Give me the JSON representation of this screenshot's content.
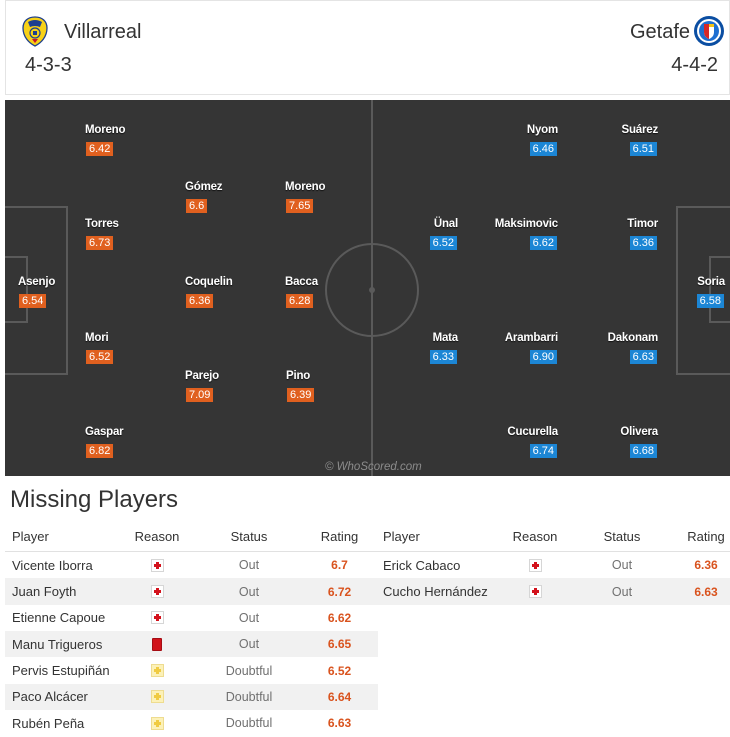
{
  "header": {
    "home": {
      "name": "Villarreal",
      "formation": "4-3-3",
      "crest_icon": "villarreal-crest-icon"
    },
    "away": {
      "name": "Getafe",
      "formation": "4-4-2",
      "crest_icon": "getafe-crest-icon"
    }
  },
  "pitch": {
    "watermark": "© WhoScored.com",
    "home_players": [
      {
        "name": "Moreno",
        "rating": "6.42"
      },
      {
        "name": "Gómez",
        "rating": "6.6"
      },
      {
        "name": "Moreno",
        "rating": "7.65"
      },
      {
        "name": "Torres",
        "rating": "6.73"
      },
      {
        "name": "Asenjo",
        "rating": "6.54"
      },
      {
        "name": "Coquelin",
        "rating": "6.36"
      },
      {
        "name": "Bacca",
        "rating": "6.28"
      },
      {
        "name": "Mori",
        "rating": "6.52"
      },
      {
        "name": "Parejo",
        "rating": "7.09"
      },
      {
        "name": "Pino",
        "rating": "6.39"
      },
      {
        "name": "Gaspar",
        "rating": "6.82"
      }
    ],
    "away_players": [
      {
        "name": "Nyom",
        "rating": "6.46"
      },
      {
        "name": "Suárez",
        "rating": "6.51"
      },
      {
        "name": "Ünal",
        "rating": "6.52"
      },
      {
        "name": "Maksimovic",
        "rating": "6.62"
      },
      {
        "name": "Timor",
        "rating": "6.36"
      },
      {
        "name": "Soria",
        "rating": "6.58"
      },
      {
        "name": "Mata",
        "rating": "6.33"
      },
      {
        "name": "Arambarri",
        "rating": "6.90"
      },
      {
        "name": "Dakonam",
        "rating": "6.63"
      },
      {
        "name": "Cucurella",
        "rating": "6.74"
      },
      {
        "name": "Olivera",
        "rating": "6.68"
      }
    ]
  },
  "missing_players": {
    "title": "Missing Players",
    "columns": {
      "player": "Player",
      "reason": "Reason",
      "status": "Status",
      "rating": "Rating"
    },
    "home": [
      {
        "player": "Vicente Iborra",
        "reason_icon": "injury-icon",
        "status": "Out",
        "rating": "6.7"
      },
      {
        "player": "Juan Foyth",
        "reason_icon": "injury-icon",
        "status": "Out",
        "rating": "6.72"
      },
      {
        "player": "Etienne Capoue",
        "reason_icon": "injury-icon",
        "status": "Out",
        "rating": "6.62"
      },
      {
        "player": "Manu Trigueros",
        "reason_icon": "red-card-icon",
        "status": "Out",
        "rating": "6.65"
      },
      {
        "player": "Pervis Estupiñán",
        "reason_icon": "doubtful-icon",
        "status": "Doubtful",
        "rating": "6.52"
      },
      {
        "player": "Paco Alcácer",
        "reason_icon": "doubtful-icon",
        "status": "Doubtful",
        "rating": "6.64"
      },
      {
        "player": "Rubén Peña",
        "reason_icon": "doubtful-icon",
        "status": "Doubtful",
        "rating": "6.63"
      }
    ],
    "away": [
      {
        "player": "Erick Cabaco",
        "reason_icon": "injury-icon",
        "status": "Out",
        "rating": "6.36"
      },
      {
        "player": "Cucho Hernández",
        "reason_icon": "injury-icon",
        "status": "Out",
        "rating": "6.63"
      }
    ]
  },
  "colors": {
    "pitch": "#353535",
    "pitch_lines": "#5a5a5a",
    "home_rating": "#e0601f",
    "away_rating": "#1c86d5",
    "table_rating": "#d9531e",
    "row_alt": "#f1f1f1"
  }
}
